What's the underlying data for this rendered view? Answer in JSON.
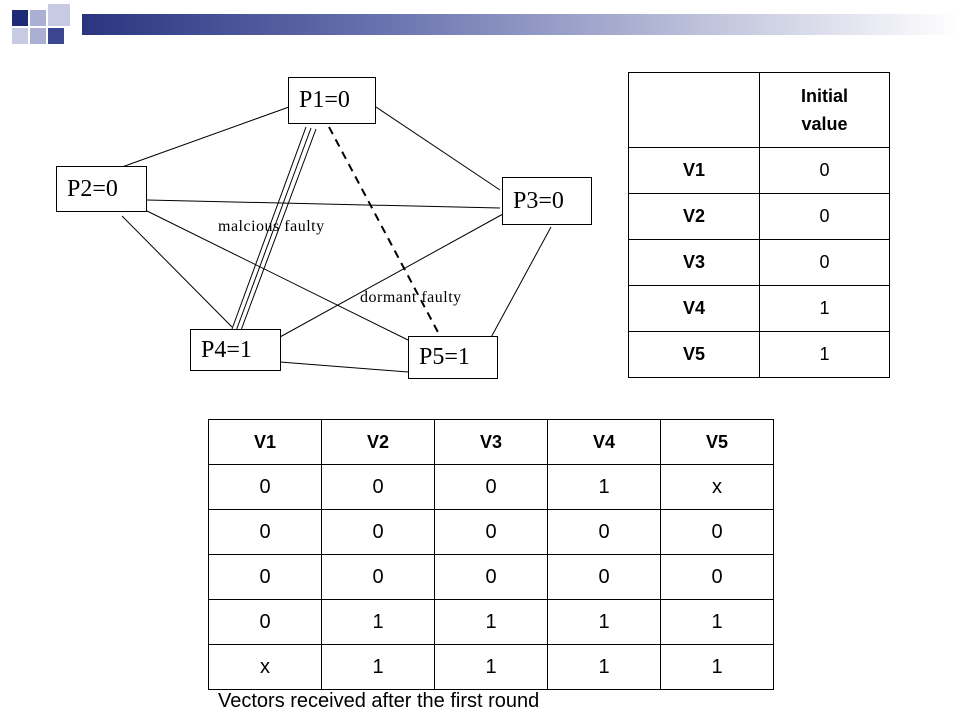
{
  "graph": {
    "nodes": [
      {
        "id": "P1",
        "label": "P1=0"
      },
      {
        "id": "P2",
        "label": "P2=0"
      },
      {
        "id": "P3",
        "label": "P3=0"
      },
      {
        "id": "P4",
        "label": "P4=1"
      },
      {
        "id": "P5",
        "label": "P5=1"
      }
    ],
    "annotations": {
      "malicious": "malcious faulty",
      "dormant": "dormant faulty"
    }
  },
  "initial_table": {
    "header": "Initial value",
    "rows": [
      {
        "label": "V1",
        "value": "0"
      },
      {
        "label": "V2",
        "value": "0"
      },
      {
        "label": "V3",
        "value": "0"
      },
      {
        "label": "V4",
        "value": "1"
      },
      {
        "label": "V5",
        "value": "1"
      }
    ]
  },
  "vectors_table": {
    "columns": [
      "V1",
      "V2",
      "V3",
      "V4",
      "V5"
    ],
    "rows": [
      [
        "0",
        "0",
        "0",
        "1",
        "x"
      ],
      [
        "0",
        "0",
        "0",
        "0",
        "0"
      ],
      [
        "0",
        "0",
        "0",
        "0",
        "0"
      ],
      [
        "0",
        "1",
        "1",
        "1",
        "1"
      ],
      [
        "x",
        "1",
        "1",
        "1",
        "1"
      ]
    ]
  },
  "caption": "Vectors received after the first round",
  "colors": {
    "bar_dark": "#2a3480",
    "square_dark": "#1e2a78",
    "square_light": "#aab0d4"
  }
}
